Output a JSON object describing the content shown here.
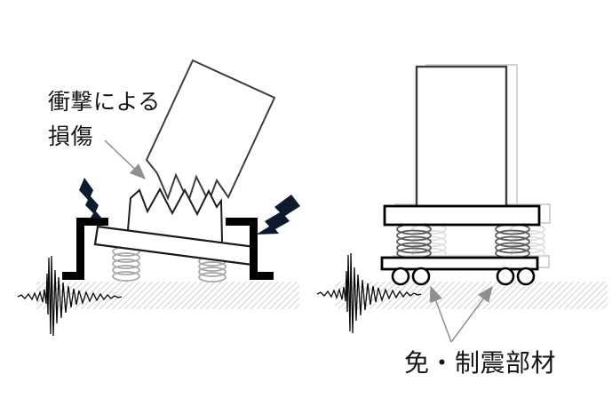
{
  "left_panel": {
    "damage_label": {
      "line1": "衝撃による",
      "line2": "損傷"
    }
  },
  "right_panel": {
    "members_label": "免・制震部材"
  },
  "icons": {
    "lightning_left": "lightning-bolt-icon",
    "lightning_right": "lightning-bolt-icon",
    "pointer": "arrowhead-icon"
  },
  "colors": {
    "background": "#ffffff",
    "line_black": "#111111",
    "building_outline": "#3d3d3d",
    "ghost_outline": "#d4d4d4",
    "spring_light": "#a6a6a6",
    "spring_dark": "#5c5c5c",
    "hatch_gray": "#c4c4c4",
    "arrow_gray": "#8f8f8f",
    "bolt_navy": "#0e1a2e"
  }
}
